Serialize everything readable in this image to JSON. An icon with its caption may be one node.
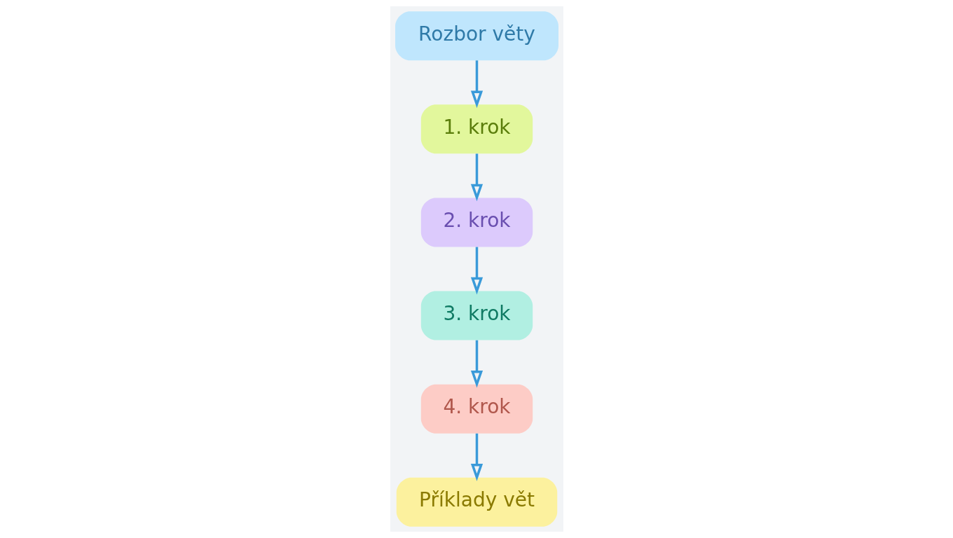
{
  "diagram": {
    "nodes": [
      {
        "text": [
          "Rozbor věty"
        ]
      },
      {
        "text": [
          "1. krok"
        ]
      },
      {
        "text": [
          "2. krok"
        ]
      },
      {
        "text": [
          "Příklady vět"
        ]
      },
      {
        "text": [
          "4. krok"
        ]
      },
      {
        "text": [
          "3. krok"
        ]
      }
    ],
    "edges": [
      {
        "from": 0,
        "to": 1,
        "arrow": "to"
      },
      {
        "from": 1,
        "to": 2,
        "arrow": "to"
      },
      {
        "from": 2,
        "to": 5,
        "arrow": "to"
      },
      {
        "from": 5,
        "to": 4,
        "arrow": "to"
      },
      {
        "from": 4,
        "to": 3,
        "arrow": "to"
      }
    ]
  }
}
